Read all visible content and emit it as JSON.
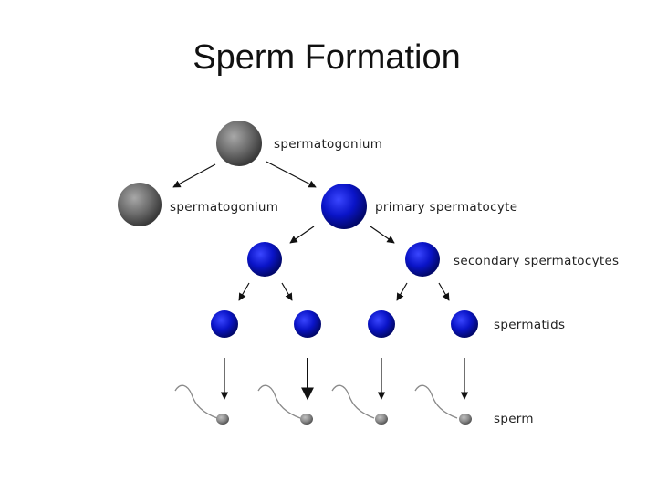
{
  "title": "Sperm Formation",
  "labels": {
    "spermatogonium_top": "spermatogonium",
    "spermatogonium_left": "spermatogonium",
    "primary": "primary spermatocyte",
    "secondary": "secondary  spermatocytes",
    "spermatids": "spermatids",
    "sperm": "sperm"
  },
  "colors": {
    "spermatogonium": "#6e6e6e",
    "spermatocyte": "#0a14c8",
    "sperm_head": "#8a8a8a",
    "arrow": "#111111"
  }
}
